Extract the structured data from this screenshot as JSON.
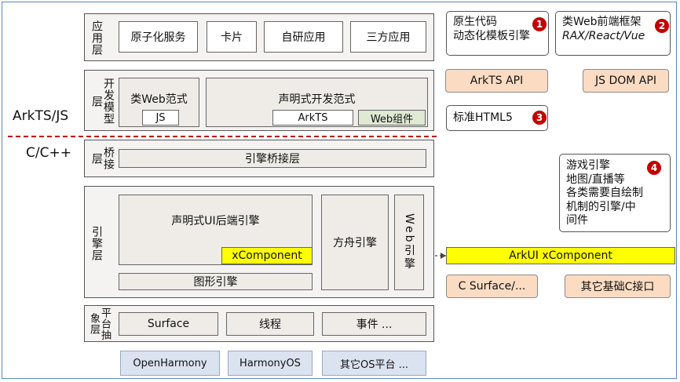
{
  "side_labels": {
    "top": "ArkTS/JS",
    "bottom": "C/C++"
  },
  "app_layer": {
    "label": "应用层",
    "items": [
      "原子化服务",
      "卡片",
      "自研应用",
      "三方应用"
    ]
  },
  "dev_layer": {
    "label": "开发模型层",
    "web_paradigm": {
      "title": "类Web范式",
      "js": "JS"
    },
    "declarative": {
      "title": "声明式开发范式",
      "arkts": "ArkTS",
      "web_component": "Web组件"
    }
  },
  "bridge_layer": {
    "label": "桥接层",
    "item": "引擎桥接层"
  },
  "engine_layer": {
    "label": "引擎层",
    "ui_backend": "声明式UI后端引擎",
    "xcomponent": "xComponent",
    "graphics": "图形引擎",
    "ark_engine": "方舟引擎",
    "web_engine": "Web引擎"
  },
  "abstraction_layer": {
    "label": "平台抽象层",
    "items": [
      "Surface",
      "线程",
      "事件 ..."
    ]
  },
  "os": [
    "OpenHarmony",
    "HarmonyOS",
    "其它OS平台 ..."
  ],
  "callouts": {
    "c1": {
      "num": "1",
      "line1": "原生代码",
      "line2": "动态化模板引擎"
    },
    "c2": {
      "num": "2",
      "line1": "类Web前端框架",
      "line2": "RAX/React/Vue"
    },
    "c3": {
      "num": "3",
      "text": "标准HTML5"
    },
    "c4": {
      "num": "4",
      "lines": [
        "游戏引擎",
        "地图/直播等",
        "各类需要自绘制",
        "机制的引擎/中",
        "间件"
      ]
    }
  },
  "apis": {
    "arkts_api": "ArkTS API",
    "js_dom_api": "JS DOM API",
    "arkui_xcomponent": "ArkUI xComponent",
    "c_surface": "C Surface/...",
    "other_c": "其它基础C接口"
  },
  "colors": {
    "yellow": "#ffff00",
    "orange": "#fbdcc3",
    "os_blue": "#dbe3f1",
    "divider_red": "#c00000",
    "badge_red": "#c00000"
  }
}
